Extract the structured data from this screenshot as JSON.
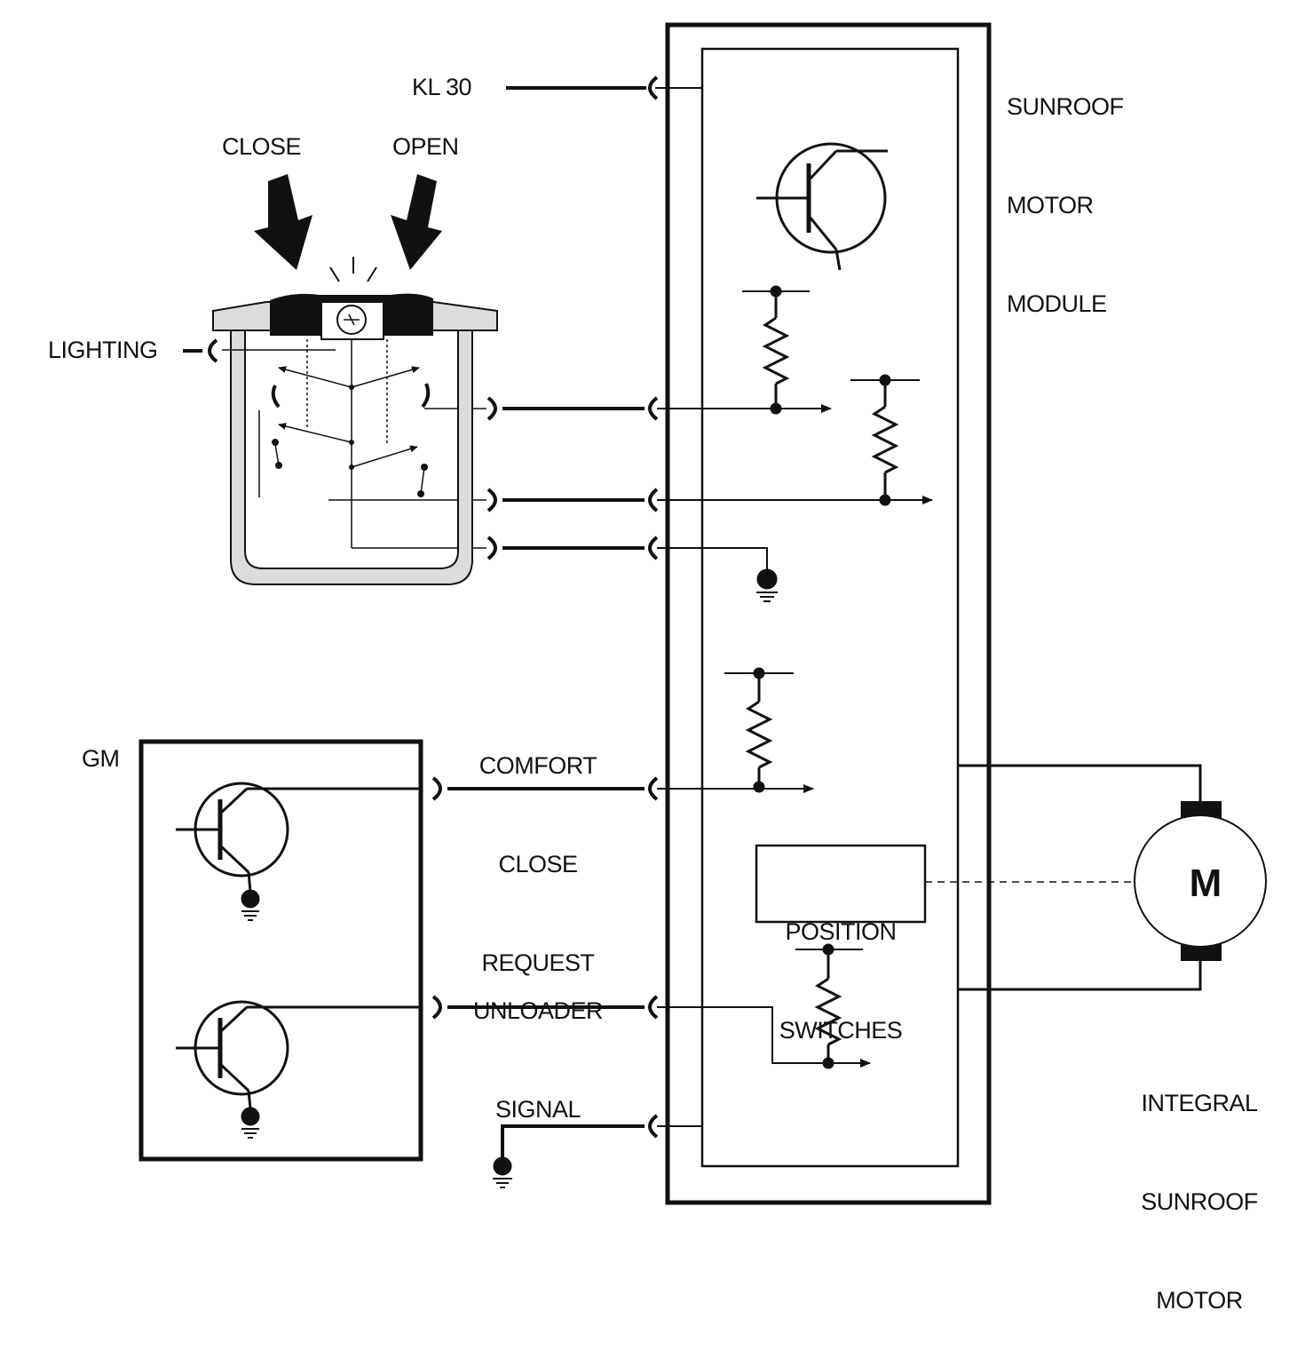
{
  "labels": {
    "kl30": "KL 30",
    "module": [
      "SUNROOF",
      "MOTOR",
      "MODULE"
    ],
    "close": "CLOSE",
    "open": "OPEN",
    "lighting": "LIGHTING",
    "gm": "GM",
    "comfort": [
      "COMFORT",
      "CLOSE",
      "REQUEST"
    ],
    "unloader": [
      "UNLOADER",
      "SIGNAL"
    ],
    "position_switches": [
      "POSITION",
      "SWITCHES"
    ],
    "motor_symbol": "M",
    "motor": [
      "INTEGRAL",
      "SUNROOF",
      "MOTOR"
    ]
  },
  "colors": {
    "line": "#111111",
    "switch_body": "#dcdcdc",
    "button": "#111111"
  }
}
